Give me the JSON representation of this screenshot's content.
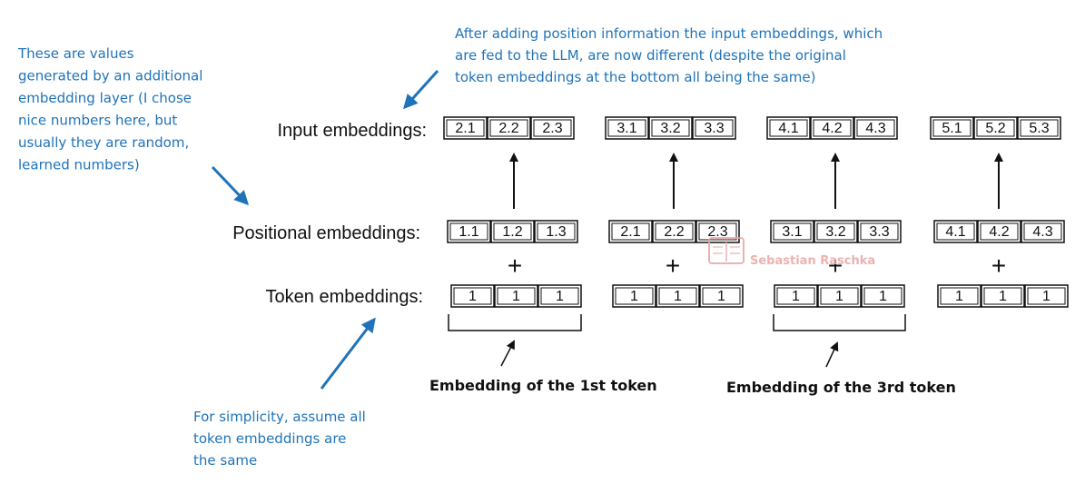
{
  "colors": {
    "annotation": "#1f73b8",
    "ink": "#111111",
    "watermark": "#e8a5a5"
  },
  "rows": {
    "input": {
      "label": "Input embeddings:",
      "values": [
        [
          "2.1",
          "2.2",
          "2.3"
        ],
        [
          "3.1",
          "3.2",
          "3.3"
        ],
        [
          "4.1",
          "4.2",
          "4.3"
        ],
        [
          "5.1",
          "5.2",
          "5.3"
        ]
      ]
    },
    "positional": {
      "label": "Positional embeddings:",
      "values": [
        [
          "1.1",
          "1.2",
          "1.3"
        ],
        [
          "2.1",
          "2.2",
          "2.3"
        ],
        [
          "3.1",
          "3.2",
          "3.3"
        ],
        [
          "4.1",
          "4.2",
          "4.3"
        ]
      ]
    },
    "token": {
      "label": "Token embeddings:",
      "values": [
        [
          "1",
          "1",
          "1"
        ],
        [
          "1",
          "1",
          "1"
        ],
        [
          "1",
          "1",
          "1"
        ],
        [
          "1",
          "1",
          "1"
        ]
      ]
    }
  },
  "plus_sign": "+",
  "annotations": {
    "values_note": [
      "These are values",
      "generated by an additional",
      "embedding layer (I chose",
      "nice numbers here, but",
      "usually they are random,",
      "learned numbers)"
    ],
    "position_note": [
      "After adding position information the input embeddings, which",
      "are fed to the LLM, are now different (despite the original",
      "token embeddings at the bottom all being the same)"
    ],
    "simplicity_note": [
      "For simplicity, assume all",
      "token embeddings are",
      "the same"
    ]
  },
  "brace_labels": {
    "first": "Embedding of the 1st token",
    "third": "Embedding of the 3rd token"
  },
  "watermark": {
    "text": "Sebastian Raschka",
    "icon": "book-logo-icon"
  }
}
